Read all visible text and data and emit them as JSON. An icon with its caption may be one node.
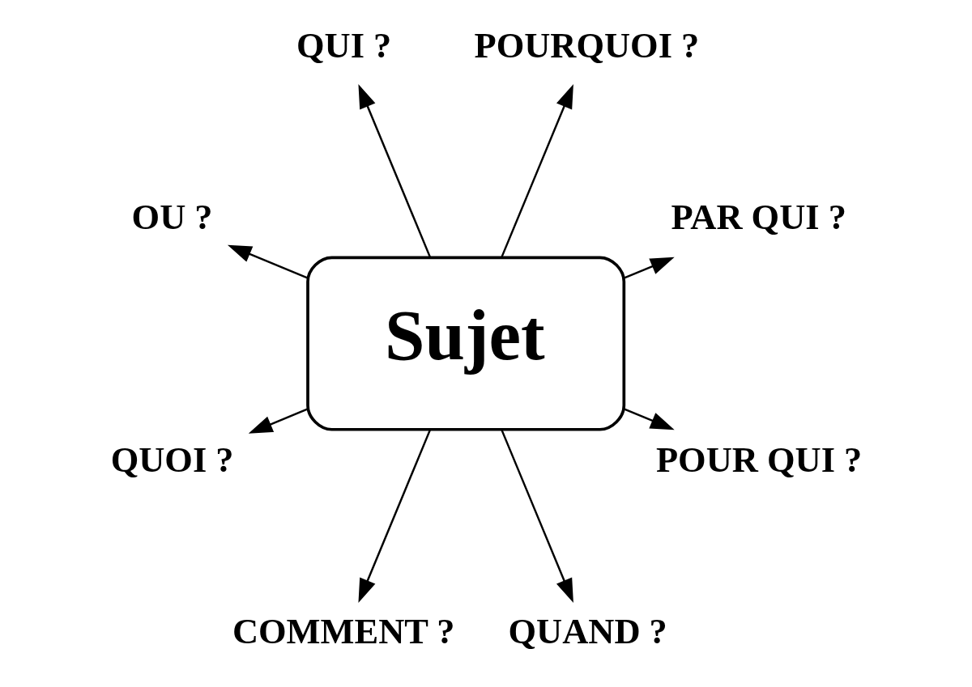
{
  "diagram": {
    "nodes": [
      {
        "text": [
          "Sujet"
        ]
      },
      {
        "text": [
          "PAR QUI ?"
        ]
      },
      {
        "text": [
          "POURQUOI ?"
        ]
      },
      {
        "text": [
          "QUI ?"
        ]
      },
      {
        "text": [
          "OU ?"
        ]
      },
      {
        "text": [
          "QUOI ?"
        ]
      },
      {
        "text": [
          "COMMENT ?"
        ]
      },
      {
        "text": [
          "QUAND ?"
        ]
      },
      {
        "text": [
          "POUR QUI ?"
        ]
      }
    ],
    "edges": [
      {
        "from": 0,
        "to": 1,
        "arrow": "to"
      },
      {
        "from": 0,
        "to": 2,
        "arrow": "to"
      },
      {
        "from": 0,
        "to": 3,
        "arrow": "to"
      },
      {
        "from": 0,
        "to": 4,
        "arrow": "to"
      },
      {
        "from": 0,
        "to": 5,
        "arrow": "to"
      },
      {
        "from": 0,
        "to": 6,
        "arrow": "to"
      },
      {
        "from": 0,
        "to": 7,
        "arrow": "to"
      },
      {
        "from": 0,
        "to": 8,
        "arrow": "to"
      }
    ]
  }
}
